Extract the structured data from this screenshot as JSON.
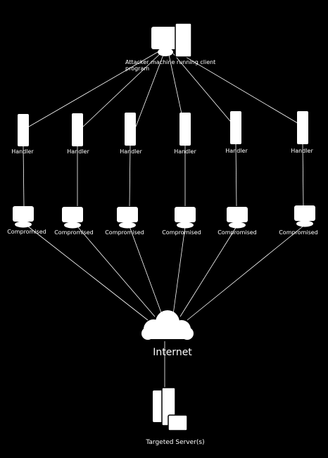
{
  "attacker": {
    "label_line1": "Attacker machine running client",
    "label_line2": "program"
  },
  "handlers": [
    {
      "label": "Handler"
    },
    {
      "label": "Handler"
    },
    {
      "label": "Handler"
    },
    {
      "label": "Handler"
    },
    {
      "label": "Handler"
    },
    {
      "label": "Handler"
    }
  ],
  "compromised": [
    {
      "label": "Compromised"
    },
    {
      "label": "Compromised"
    },
    {
      "label": "Compromised"
    },
    {
      "label": "Compromised"
    },
    {
      "label": "Compromised"
    },
    {
      "label": "Compromised"
    }
  ],
  "internet": {
    "label": "Internet"
  },
  "target": {
    "label": "Targeted Server(s)"
  },
  "colors": {
    "background": "#000000",
    "foreground": "#ffffff"
  }
}
